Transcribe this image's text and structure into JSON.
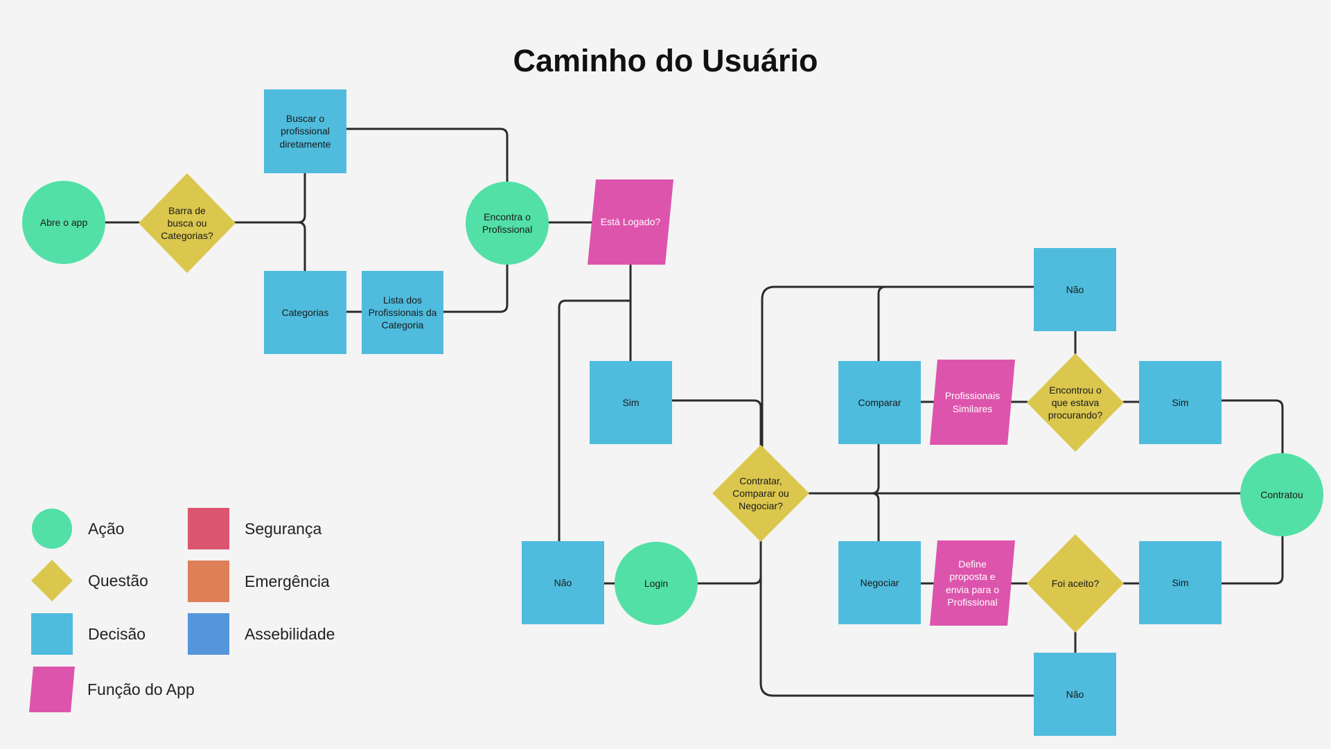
{
  "title": "Caminho do Usuário",
  "colors": {
    "acao": "#52e0a6",
    "questao": "#dbc74e",
    "decisao": "#4fbcdd",
    "funcao": "#dd54ac",
    "seguranca": "#dc5570",
    "emergencia": "#de7f57",
    "assebilidade": "#5596db",
    "line": "#2b2b2b"
  },
  "nodes": {
    "abre_app": "Abre o app",
    "barra_busca": "Barra de busca ou Categorias?",
    "buscar_profissional": "Buscar o profissional diretamente",
    "categorias": "Categorias",
    "lista_profissionais": "Lista dos Profissionais da Categoria",
    "encontra_profissional": "Encontra o Profissional",
    "esta_logado": "Está Logado?",
    "sim_logado": "Sim",
    "nao_logado": "Não",
    "login": "Login",
    "contratar_comparar": "Contratar, Comparar ou Negociar?",
    "comparar": "Comparar",
    "profissionais_similares": "Profissionais Similares",
    "encontrou": "Encontrou o que estava procurando?",
    "nao_encontrou": "Não",
    "sim_encontrou": "Sim",
    "contratou": "Contratou",
    "negociar": "Negociar",
    "define_proposta": "Define proposta e envia para o Profissional",
    "foi_aceito": "Foi aceito?",
    "sim_aceito": "Sim",
    "nao_aceito": "Não"
  },
  "legend": [
    {
      "shape": "circle",
      "label": "Ação",
      "color": "#52e0a6"
    },
    {
      "shape": "diamond",
      "label": "Questão",
      "color": "#dbc74e"
    },
    {
      "shape": "square",
      "label": "Decisão",
      "color": "#4fbcdd"
    },
    {
      "shape": "parallelogram",
      "label": "Função do App",
      "color": "#dd54ac"
    },
    {
      "shape": "square",
      "label": "Segurança",
      "color": "#dc5570"
    },
    {
      "shape": "square",
      "label": "Emergência",
      "color": "#de7f57"
    },
    {
      "shape": "square",
      "label": "Assebilidade",
      "color": "#5596db"
    }
  ]
}
